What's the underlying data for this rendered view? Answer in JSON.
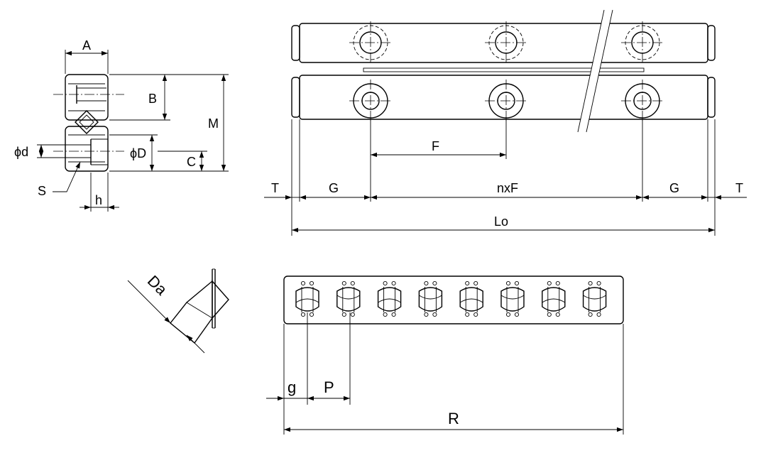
{
  "colors": {
    "line": "#000000",
    "background": "#ffffff"
  },
  "section_view": {
    "labels": {
      "a": "A",
      "b": "B",
      "m": "M",
      "d_small": "ϕd",
      "d_big": "ϕD",
      "c": "C",
      "s": "S",
      "h": "h"
    }
  },
  "rail_view": {
    "labels": {
      "f": "F",
      "t_left": "T",
      "g_left": "G",
      "nxf": "nxF",
      "g_right": "G",
      "t_right": "T",
      "lo": "Lo"
    }
  },
  "roller_detail": {
    "labels": {
      "da": "Da"
    }
  },
  "cage_view": {
    "labels": {
      "g_small": "g",
      "p": "P",
      "r": "R"
    },
    "roller_count": 8
  }
}
